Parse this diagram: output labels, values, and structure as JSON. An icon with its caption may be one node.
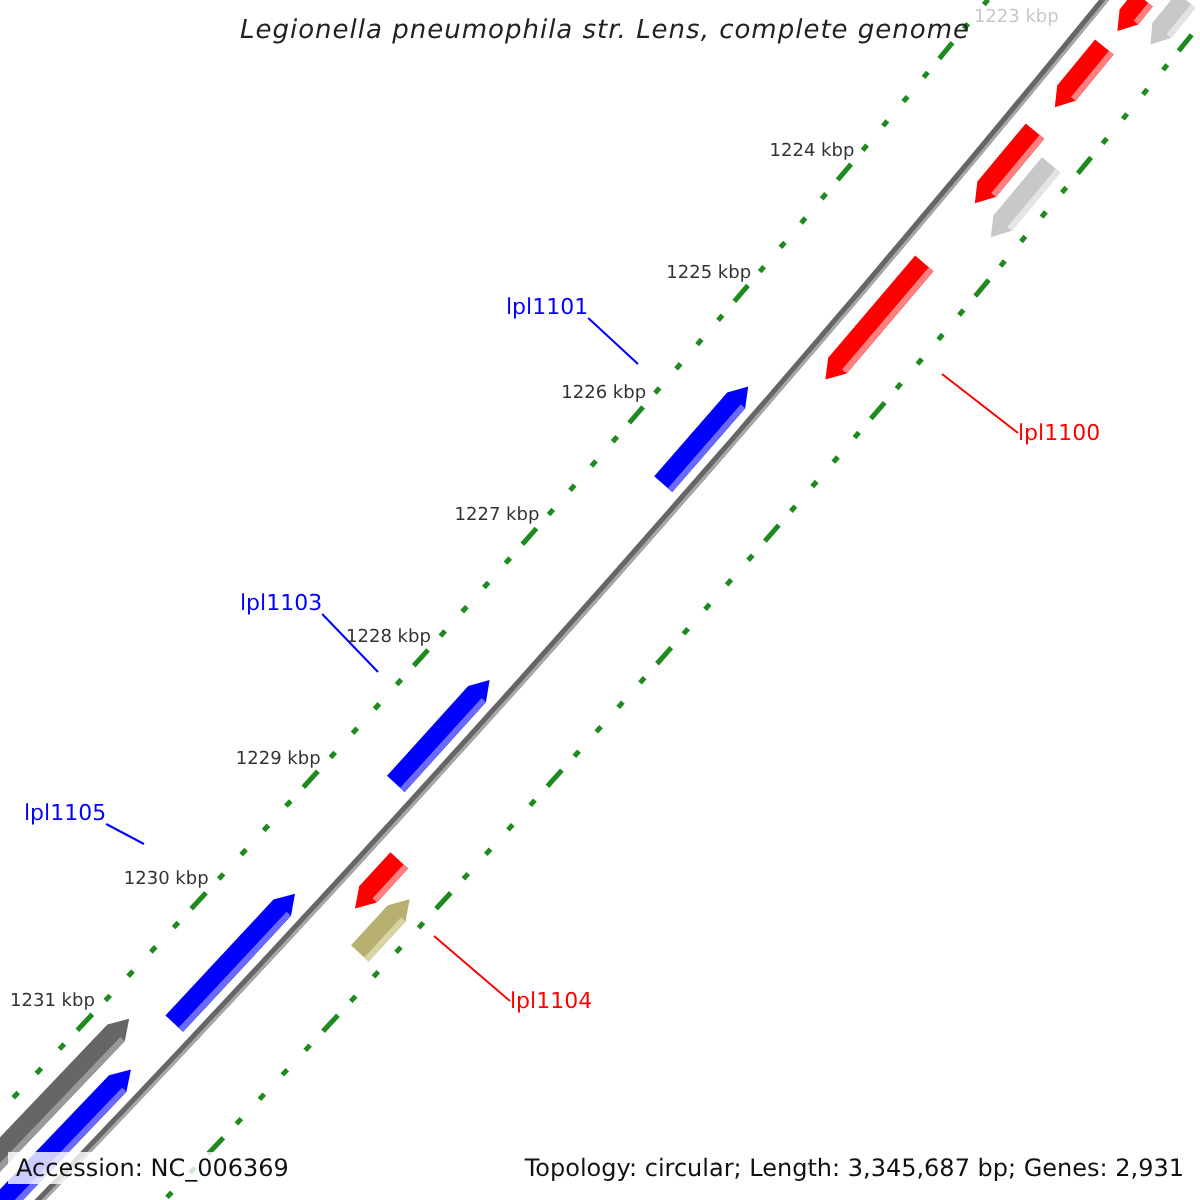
{
  "diagram": {
    "title": "Legionella pneumophila str. Lens, complete genome",
    "nodes": [
      {
        "text": [
          "lpl1101"
        ]
      },
      {
        "text": [
          "lpl1100"
        ]
      },
      {
        "text": [
          "lpl1103"
        ]
      },
      {
        "text": [
          "lpl1105"
        ]
      },
      {
        "text": [
          "lpl1104"
        ]
      }
    ],
    "edges": [
      {
        "from": 0,
        "to": null,
        "arrow": "none",
        "color": "#0000ff"
      },
      {
        "from": 1,
        "to": null,
        "arrow": "none",
        "color": "#ff0000"
      },
      {
        "from": 2,
        "to": null,
        "arrow": "none",
        "color": "#0000ff"
      },
      {
        "from": 3,
        "to": null,
        "arrow": "none",
        "color": "#0000ff"
      },
      {
        "from": 4,
        "to": null,
        "arrow": "none",
        "color": "#ff0000"
      }
    ],
    "labels": [
      "1223 kbp",
      "1224 kbp",
      "1225 kbp",
      "1226 kbp",
      "1227 kbp",
      "1228 kbp",
      "1229 kbp",
      "1230 kbp",
      "1231 kbp",
      "Accession: NC_006369",
      "Topology: circular; Length: 3,345,687 bp; Genes: 2,931"
    ]
  }
}
